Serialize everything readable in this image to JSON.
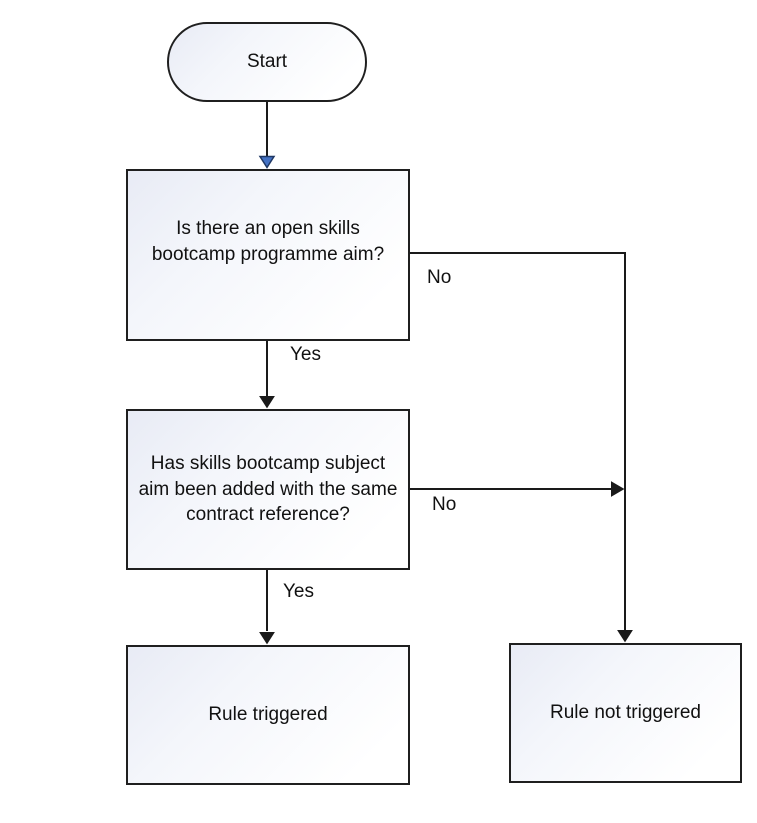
{
  "nodes": {
    "start": {
      "label": "Start"
    },
    "q1": {
      "label": "Is there an open skills\nbootcamp programme aim?"
    },
    "q2": {
      "label": "Has skills bootcamp subject\naim been added with the same\ncontract reference?"
    },
    "rule_triggered": {
      "label": "Rule triggered"
    },
    "rule_not_triggered": {
      "label": "Rule not triggered"
    }
  },
  "edges": {
    "q1_yes": "Yes",
    "q1_no": "No",
    "q2_yes": "Yes",
    "q2_no": "No"
  },
  "colors": {
    "line": "#1a1a1a",
    "border": "#1f1f1f",
    "arrow_accent": "#4472c4",
    "arrow_accent_edge": "#1f3864",
    "shape_fill_top": "#e8ebf5",
    "shape_fill_bottom": "#ffffff",
    "text": "#111111"
  }
}
